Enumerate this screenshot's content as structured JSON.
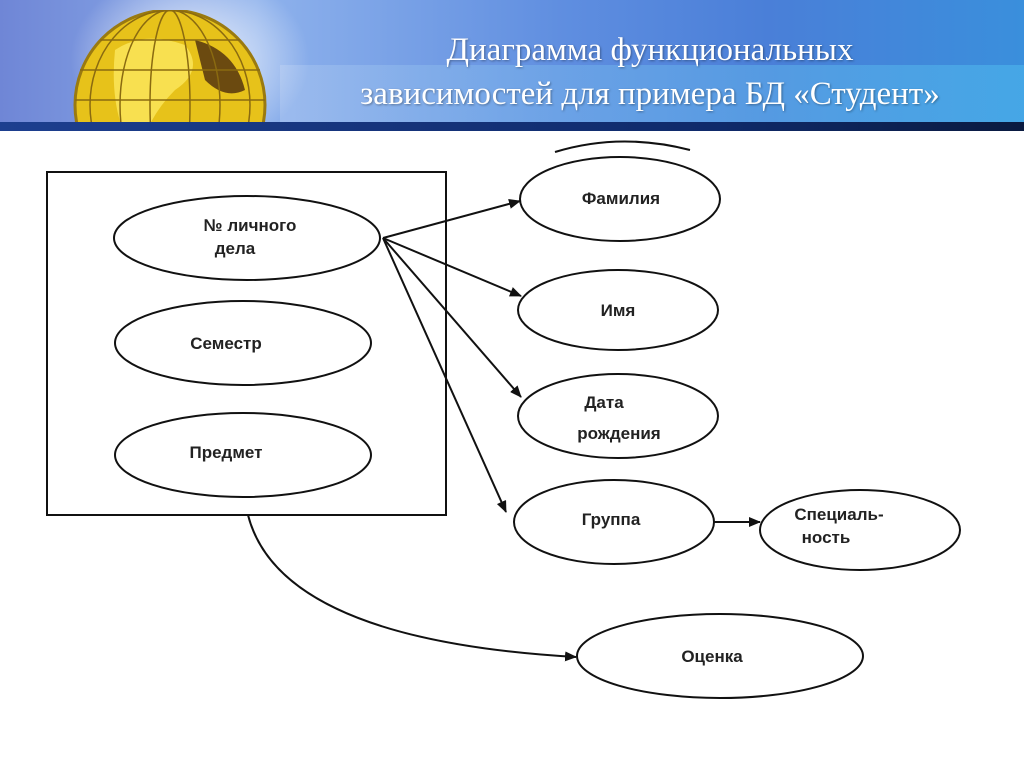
{
  "slide": {
    "title_line1": "Диаграмма функциональных",
    "title_line2": "зависимостей для примера БД «Студент»"
  },
  "diagram": {
    "key_attributes": [
      {
        "line1": "№ личного",
        "line2": "дела"
      },
      {
        "line1": "Семестр"
      },
      {
        "line1": "Предмет"
      }
    ],
    "dependent_attributes": [
      {
        "line1": "Фамилия"
      },
      {
        "line1": "Имя"
      },
      {
        "line1": "Дата",
        "line2": "рождения"
      },
      {
        "line1": "Группа"
      },
      {
        "line1": "Специаль-",
        "line2": "ность"
      },
      {
        "line1": "Оценка"
      }
    ],
    "edges": [
      {
        "from": "№ личного дела",
        "to": "Фамилия"
      },
      {
        "from": "№ личного дела",
        "to": "Имя"
      },
      {
        "from": "№ личного дела",
        "to": "Дата рождения"
      },
      {
        "from": "№ личного дела",
        "to": "Группа"
      },
      {
        "from": "Группа",
        "to": "Специальность"
      },
      {
        "from": "composite key",
        "to": "Оценка"
      }
    ]
  }
}
